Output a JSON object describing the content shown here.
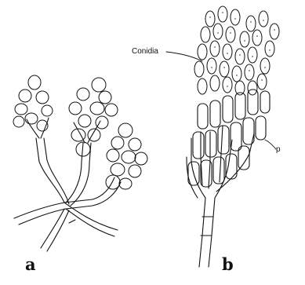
{
  "labels": {
    "panel_a": "a",
    "panel_b": "b",
    "conidia": "Conidia",
    "p": "p"
  },
  "colors": {
    "ink": "#111111",
    "paper": "#ffffff"
  }
}
